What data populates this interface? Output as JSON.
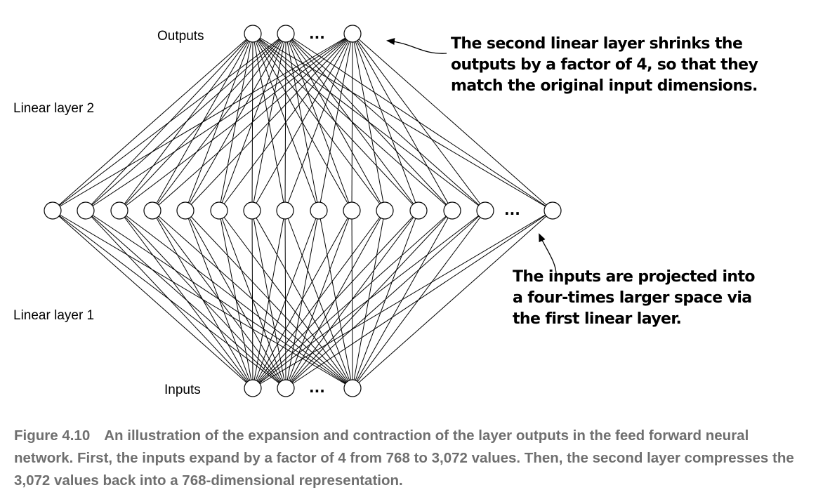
{
  "labels": {
    "outputs": "Outputs",
    "inputs": "Inputs",
    "linear_layer_2": "Linear layer 2",
    "linear_layer_1": "Linear layer 1"
  },
  "ellipsis": "...",
  "callouts": {
    "top": [
      "The second linear layer shrinks the",
      "outputs by a factor of 4, so that they",
      "match the original input dimensions."
    ],
    "bottom": [
      "The inputs are projected into",
      "a four-times larger space via",
      "the first linear layer."
    ]
  },
  "caption": {
    "figure_number": "Figure 4.10",
    "text": "An illustration of the expansion and contraction of the layer outputs in the feed forward neural network. First, the inputs expand by a factor of 4 from 768 to 3,072 values. Then, the second layer compresses the 3,072 values back into a 768-dimensional representation."
  },
  "colors": {
    "line": "#000000",
    "node_fill": "#ffffff",
    "caption": "#6f6f6f"
  }
}
